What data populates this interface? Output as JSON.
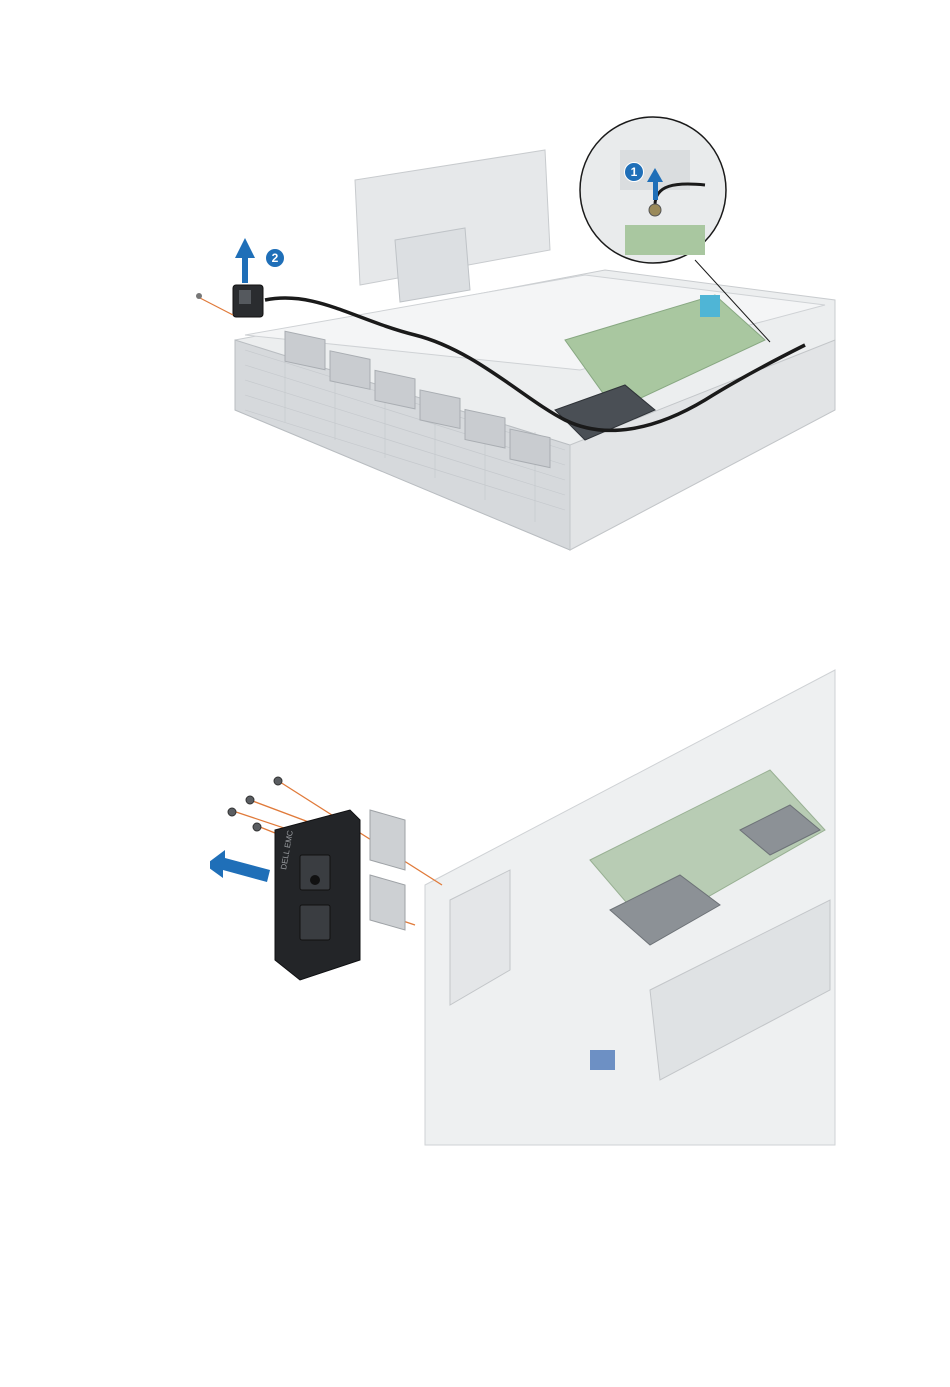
{
  "figure1": {
    "callouts": [
      {
        "number": "1",
        "color": "#1f6fb8"
      },
      {
        "number": "2",
        "color": "#1f6fb8"
      }
    ]
  },
  "figure2": {
    "logo": "DELL EMC",
    "arrow_color": "#1f6fb8"
  },
  "colors": {
    "callout_blue": "#1f6fb8",
    "guide_orange": "#e07a3a",
    "chassis_gray": "#d9dbdd",
    "board_green": "#a9c7a0",
    "cable_black": "#1a1a1a"
  }
}
